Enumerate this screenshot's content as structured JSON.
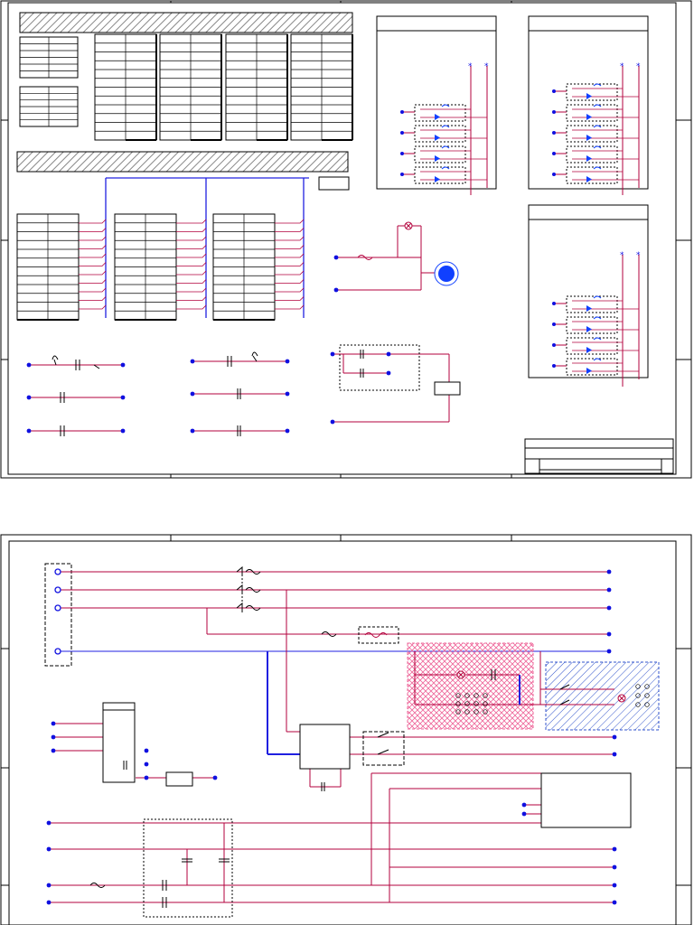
{
  "colors": {
    "frame": "#000000",
    "wire_red": "#b3003c",
    "wire_blue": "#2020e0",
    "node": "#1010e0",
    "hatch_gray": "#777777",
    "hatch_pink": "#ee6699",
    "hatch_blue": "#3355cc",
    "motor": "#1040ff"
  },
  "diagram": {
    "sheets": [
      {
        "id": "sheet-1",
        "name": "upper-schematic-sheet"
      },
      {
        "id": "sheet-2",
        "name": "lower-schematic-sheet"
      }
    ],
    "icons": [
      "lamp-icon",
      "motor-icon",
      "fuse-icon",
      "capacitor-icon",
      "diode-icon",
      "terminal-node-icon",
      "relay-coil-icon",
      "switch-icon"
    ]
  }
}
